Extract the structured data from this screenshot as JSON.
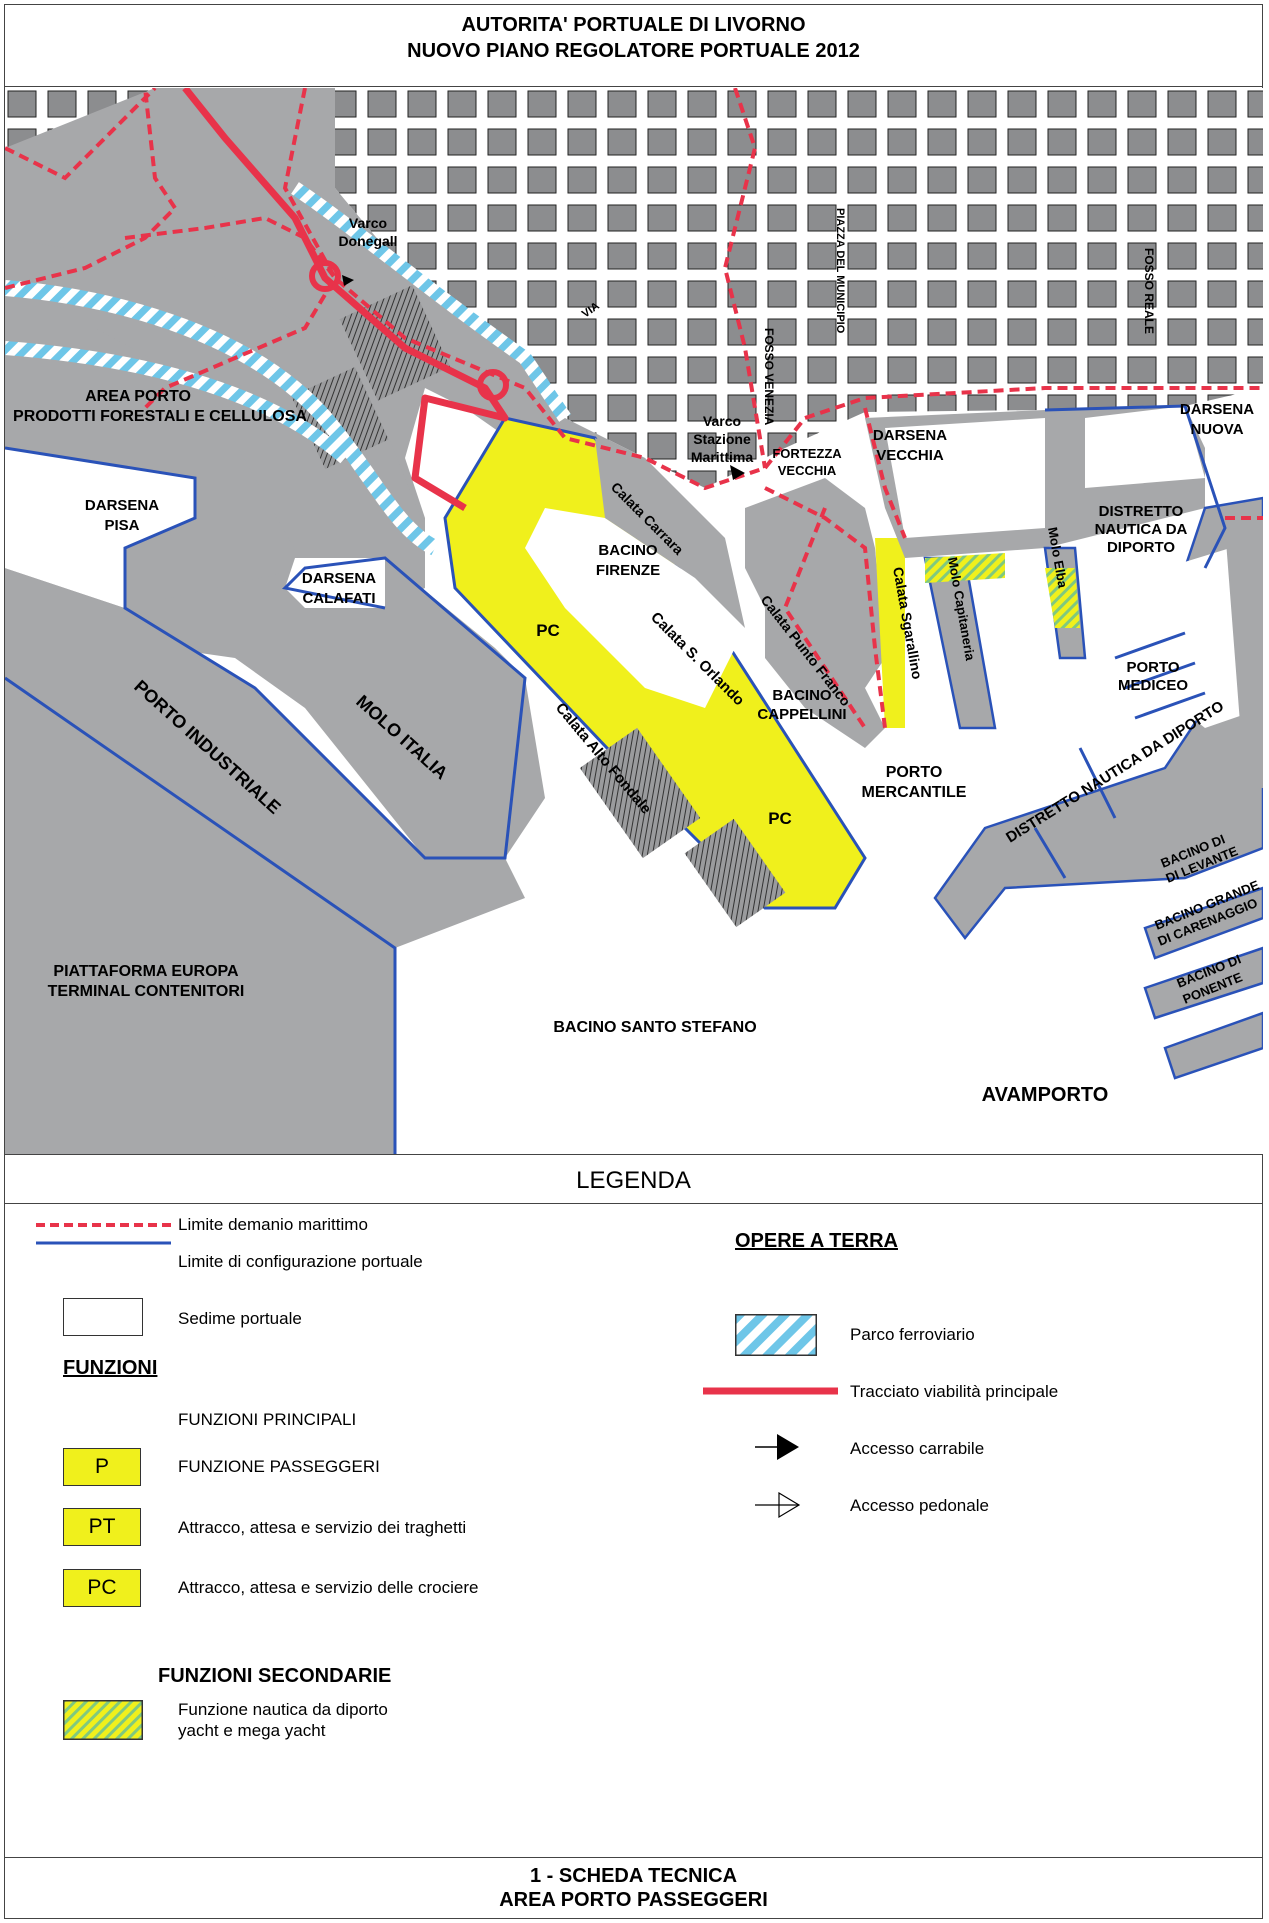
{
  "header": {
    "line1": "AUTORITA' PORTUALE DI LIVORNO",
    "line2": "NUOVO PIANO REGOLATORE PORTUALE 2012"
  },
  "map": {
    "labels": {
      "area_porto": "AREA PORTO",
      "prodotti": "PRODOTTI FORESTALI E CELLULOSA",
      "darsena_pisa_1": "DARSENA",
      "darsena_pisa_2": "PISA",
      "darsena_calafati_1": "DARSENA",
      "darsena_calafati_2": "CALAFATI",
      "porto_industriale": "PORTO INDUSTRIALE",
      "molo_italia": "MOLO ITALIA",
      "piattaforma_1": "PIATTAFORMA EUROPA",
      "piattaforma_2": "TERMINAL CONTENITORI",
      "bacino_santo_stefano": "BACINO SANTO STEFANO",
      "avamporto": "AVAMPORTO",
      "varco_donegall_1": "Varco",
      "varco_donegall_2": "Donegall",
      "varco_stazione_1": "Varco",
      "varco_stazione_2": "Stazione",
      "varco_stazione_3": "Marittima",
      "bacino_firenze_1": "BACINO",
      "bacino_firenze_2": "FIRENZE",
      "calata_carrara": "Calata Carrara",
      "calata_orlando": "Calata S. Orlando",
      "calata_alto_fondale": "Calata Alto Fondale",
      "calata_punto_franco": "Calata Punto Franco",
      "calata_sgarallino": "Calata Sgarallino",
      "pc_1": "PC",
      "pc_2": "PC",
      "bacino_cappellini_1": "BACINO",
      "bacino_cappellini_2": "CAPPELLINI",
      "porto_mercantile_1": "PORTO",
      "porto_mercantile_2": "MERCANTILE",
      "fortezza_1": "FORTEZZA",
      "fortezza_2": "VECCHIA",
      "darsena_vecchia_1": "DARSENA",
      "darsena_vecchia_2": "VECCHIA",
      "darsena_nuova_1": "DARSENA",
      "darsena_nuova_2": "NUOVA",
      "distretto_1": "DISTRETTO",
      "distretto_2": "NAUTICA DA",
      "distretto_3": "DIPORTO",
      "molo_capitaneria": "Molo Capitaneria",
      "molo_elba": "Molo Elba",
      "porto_mediceo_1": "PORTO",
      "porto_mediceo_2": "MEDICEO",
      "distretto_diporto": "DISTRETTO NAUTICA DA DIPORTO",
      "bacino_levante_1": "BACINO DI",
      "bacino_levante_2": "DI LEVANTE",
      "bacino_carenaggio_1": "BACINO GRANDE",
      "bacino_carenaggio_2": "DI CARENAGGIO",
      "bacino_ponente_1": "BACINO DI",
      "bacino_ponente_2": "PONENTE",
      "fosso_venezia": "FOSSO VENEZIA",
      "piazza_municipio": "PIAZZA DEL MUNICIPIO",
      "fosso_reale": "FOSSO REALE",
      "via": "VIA"
    }
  },
  "legend": {
    "title": "LEGENDA",
    "limite_demanio": "Limite demanio marittimo",
    "limite_config": "Limite di configurazione portuale",
    "sedime": "Sedime portuale",
    "funzioni": "FUNZIONI",
    "funzioni_principali": "FUNZIONI PRINCIPALI",
    "p_code": "P",
    "p_label": "FUNZIONE PASSEGGERI",
    "pt_code": "PT",
    "pt_label": "Attracco, attesa e servizio dei traghetti",
    "pc_code": "PC",
    "pc_label": "Attracco, attesa e servizio delle crociere",
    "funzioni_secondarie": "FUNZIONI SECONDARIE",
    "nautica_1": "Funzione nautica da diporto",
    "nautica_2": "yacht e mega yacht",
    "opere_a_terra": "OPERE A TERRA",
    "parco_ferroviario": "Parco ferroviario",
    "tracciato": "Tracciato viabilità principale",
    "accesso_carrabile": "Accesso carrabile",
    "accesso_pedonale": "Accesso pedonale"
  },
  "footer": {
    "line1": "1 - SCHEDA TECNICA",
    "line2": "AREA PORTO PASSEGGERI"
  },
  "colors": {
    "land": "#a7a8aa",
    "water": "#ffffff",
    "passenger_yellow": "#f0f01c",
    "demanio_red": "#e8334a",
    "config_blue": "#2a52b8",
    "rail_cyan": "#6ec6e8"
  }
}
